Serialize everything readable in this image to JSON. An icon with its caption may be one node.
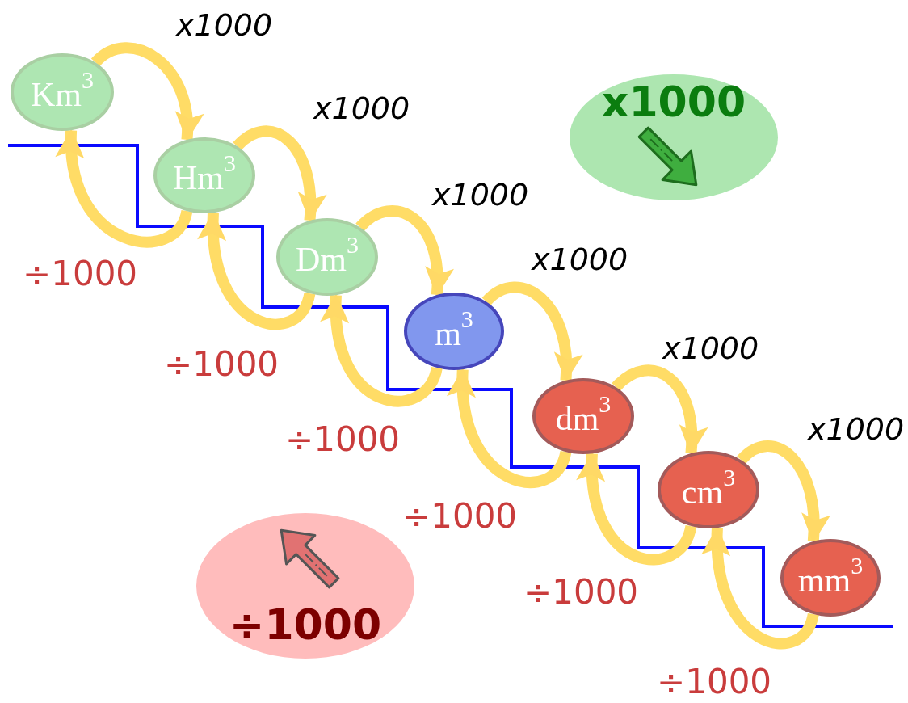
{
  "diagram": {
    "nodes": [
      {
        "text": [
          "Km$^{3}$"
        ]
      },
      {
        "text": [
          "Hm$^{3}$"
        ]
      },
      {
        "text": [
          "Dm$^{3}$"
        ]
      },
      {
        "text": [
          "m$^{3}$"
        ]
      },
      {
        "text": [
          "dm$^{3}$"
        ]
      },
      {
        "text": [
          "cm$^{3}$"
        ]
      },
      {
        "text": [
          "mm$^{3}$"
        ]
      },
      {
        "text": [
          "x1000"
        ]
      },
      {
        "text": [
          "÷1000"
        ]
      }
    ],
    "edges": [
      {
        "from": 0,
        "to": 1,
        "arrow": "to",
        "label": "x1000"
      },
      {
        "from": 1,
        "to": 2,
        "arrow": "to",
        "label": "x1000"
      },
      {
        "from": 2,
        "to": 3,
        "arrow": "to",
        "label": "x1000"
      },
      {
        "from": 3,
        "to": 4,
        "arrow": "to",
        "label": "x1000"
      },
      {
        "from": 4,
        "to": 5,
        "arrow": "to",
        "label": "x1000"
      },
      {
        "from": 5,
        "to": 6,
        "arrow": "to",
        "label": "x1000"
      },
      {
        "from": 1,
        "to": 0,
        "arrow": "to",
        "label": "÷1000"
      },
      {
        "from": 2,
        "to": 1,
        "arrow": "to",
        "label": "÷1000"
      },
      {
        "from": 3,
        "to": 2,
        "arrow": "to",
        "label": "÷1000"
      },
      {
        "from": 4,
        "to": 3,
        "arrow": "to",
        "label": "÷1000"
      },
      {
        "from": 5,
        "to": 4,
        "arrow": "to",
        "label": "÷1000"
      },
      {
        "from": 6,
        "to": 5,
        "arrow": "to",
        "label": "÷1000"
      }
    ]
  }
}
